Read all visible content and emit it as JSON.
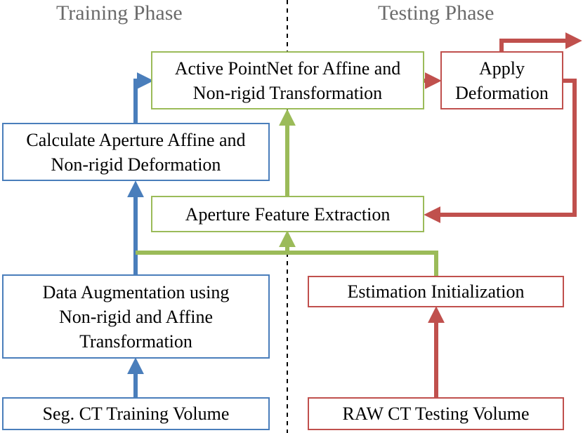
{
  "phases": {
    "training": "Training Phase",
    "testing": "Testing Phase"
  },
  "boxes": {
    "active_pointnet": [
      "Active PointNet for Affine and",
      "Non-rigid Transformation"
    ],
    "apply_deformation": [
      "Apply",
      "Deformation"
    ],
    "calculate_aperture": [
      "Calculate Aperture Affine and",
      "Non-rigid Deformation"
    ],
    "aperture_feature": [
      "Aperture Feature Extraction"
    ],
    "data_augmentation": [
      "Data Augmentation using",
      "Non-rigid and Affine",
      "Transformation"
    ],
    "estimation_init": [
      "Estimation Initialization"
    ],
    "seg_ct": [
      "Seg. CT Training Volume"
    ],
    "raw_ct": [
      "RAW CT Testing Volume"
    ]
  },
  "colors": {
    "training": "#4a7ebb",
    "feature": "#9bbb59",
    "testing": "#c0504d",
    "divider": "#000000",
    "phase_text": "#6b6b6b"
  }
}
